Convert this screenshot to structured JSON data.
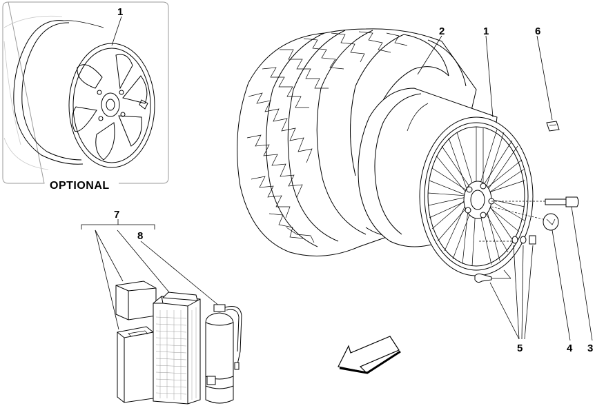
{
  "optional_panel": {
    "caption": "OPTIONAL",
    "callout": "1"
  },
  "callouts": {
    "tyre": "2",
    "wheel_main": "1",
    "spacer": "6",
    "bolt": "3",
    "centre_cap": "4",
    "valves": "5",
    "repair_kit_group": "7",
    "sealant": "8"
  },
  "colors": {
    "line": "#000000",
    "background": "#ffffff",
    "panel_border": "#9a9a9a"
  }
}
